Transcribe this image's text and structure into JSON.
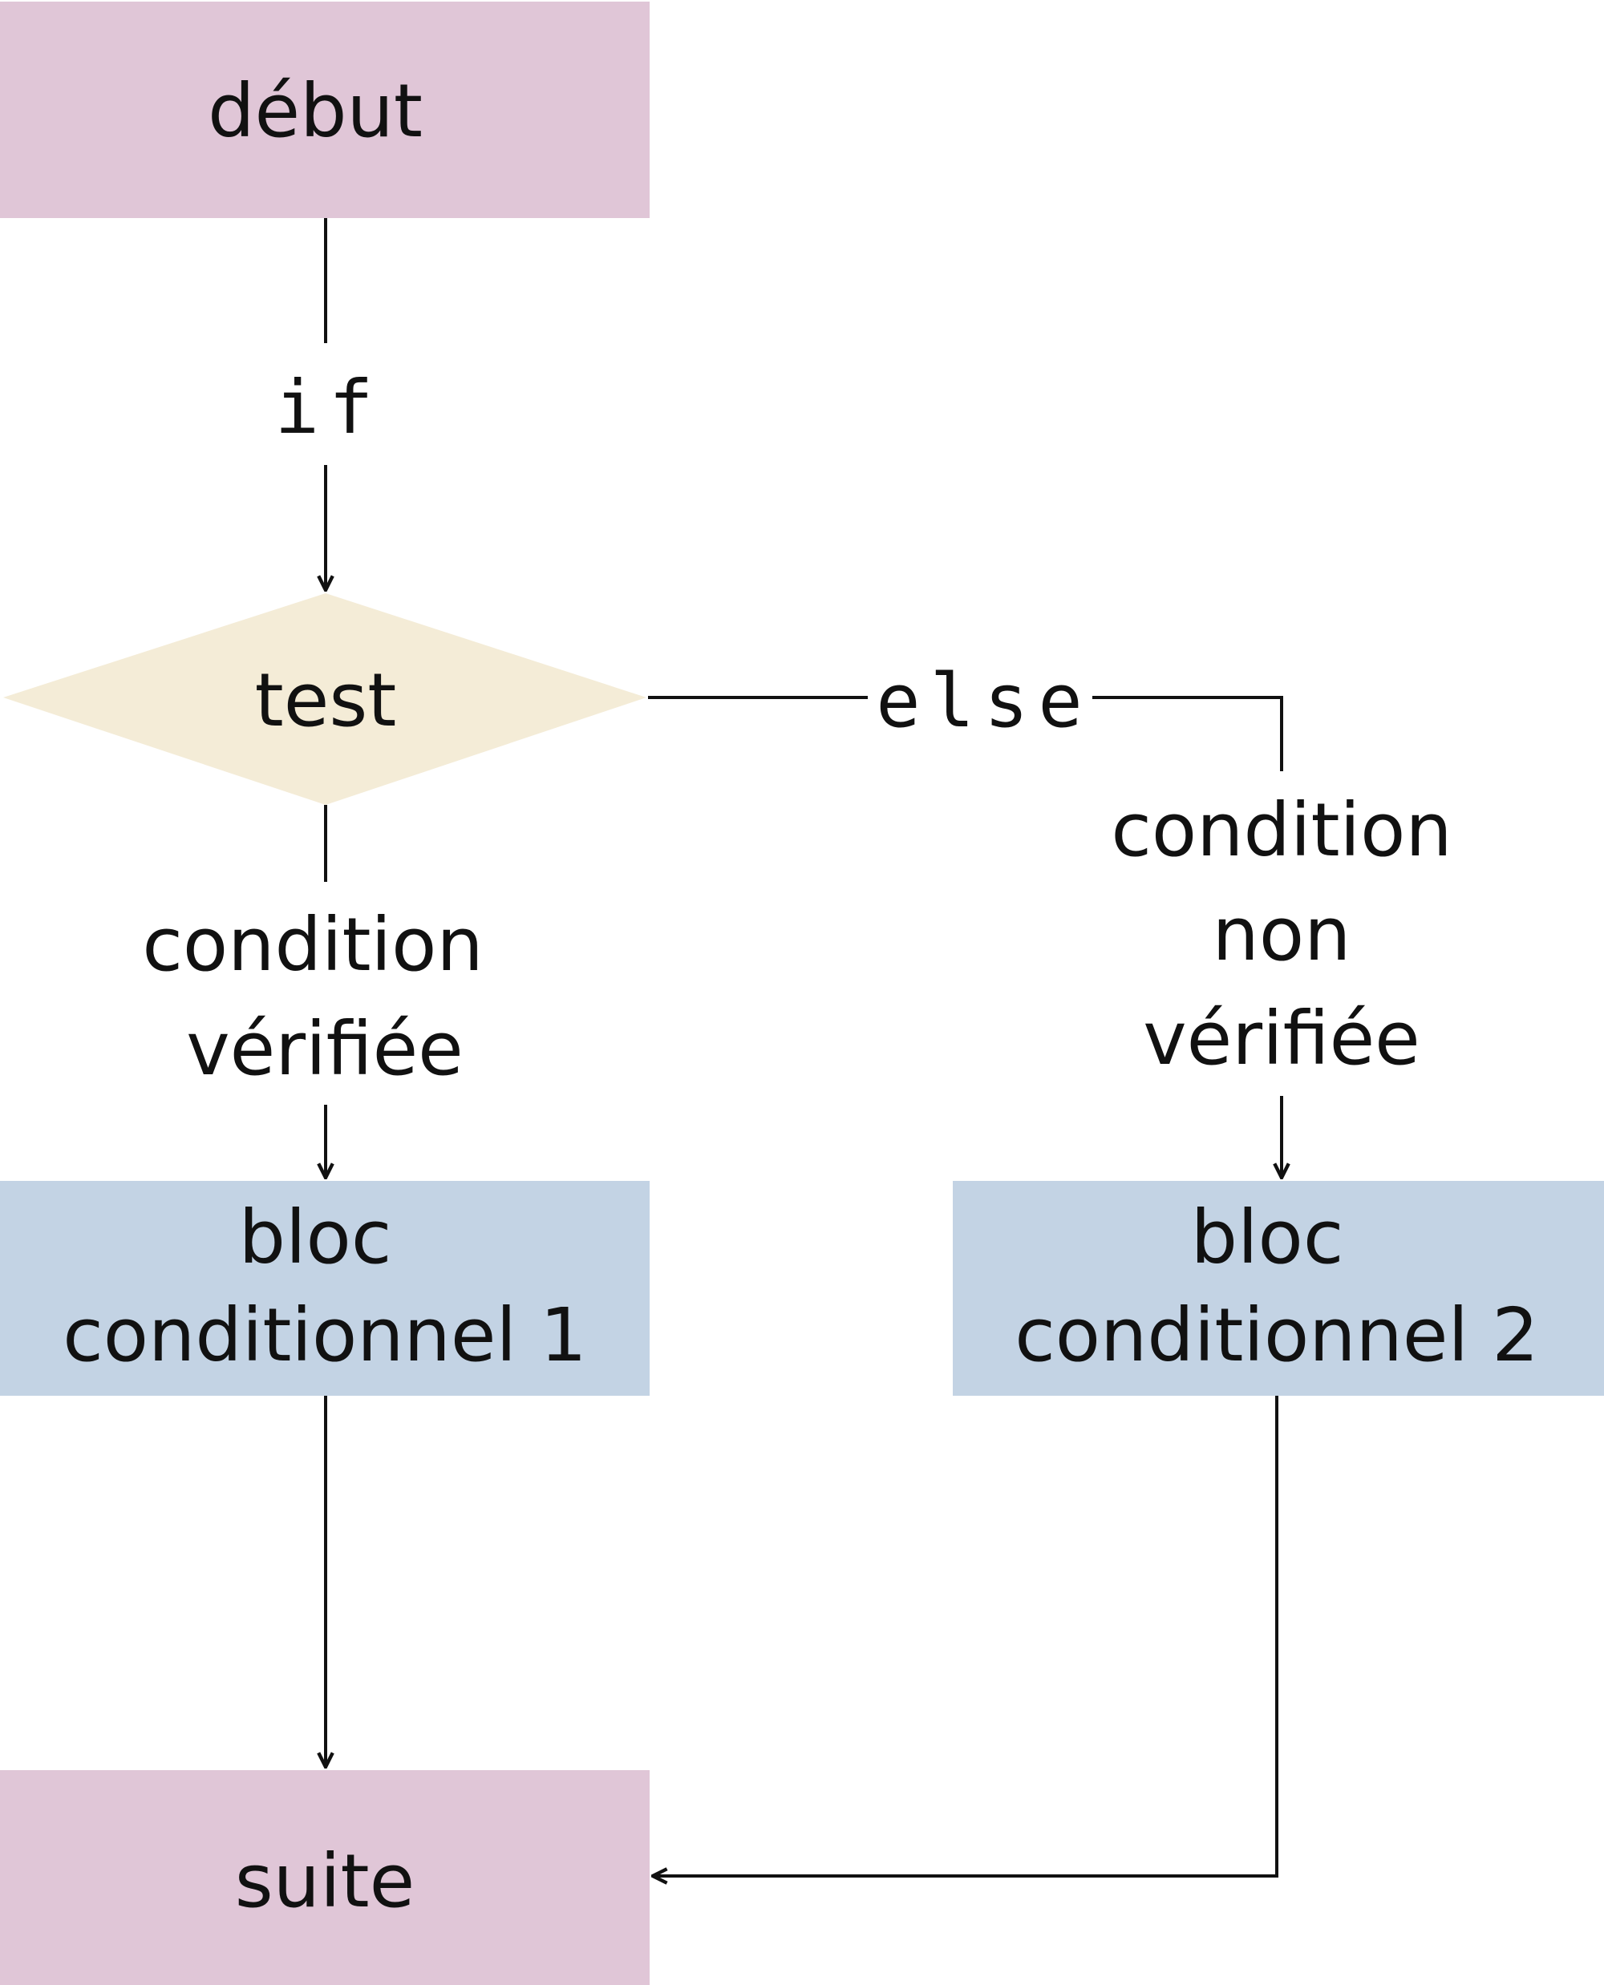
{
  "colors": {
    "terminal": "#e0c6d7",
    "decision": "#f4ecd7",
    "process": "#c3d3e4",
    "stroke": "#111111"
  },
  "nodes": {
    "start": {
      "label": "début"
    },
    "test": {
      "label": "test"
    },
    "block1": {
      "line1": "bloc",
      "line2": "conditionnel 1"
    },
    "block2": {
      "line1": "bloc",
      "line2": "conditionnel 2"
    },
    "end": {
      "label": "suite"
    }
  },
  "edges": {
    "if_label": "if",
    "else_label": "else",
    "true_condition": {
      "line1": "condition",
      "line2": "vérifiée"
    },
    "false_condition": {
      "line1": "condition",
      "line2": "non",
      "line3": "vérifiée"
    }
  }
}
